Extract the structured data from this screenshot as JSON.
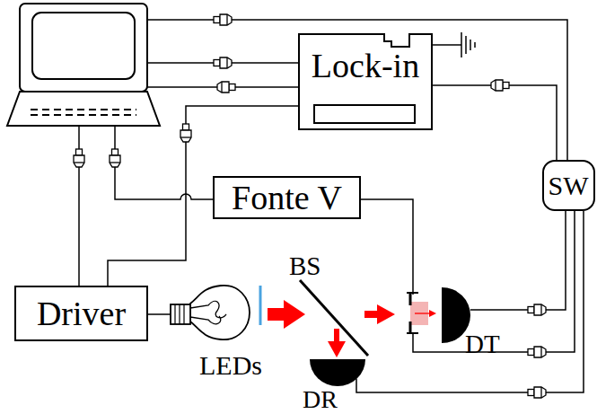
{
  "diagram": {
    "nodes": [
      {
        "text": [
          "Lock-in"
        ]
      },
      {
        "text": [
          "SW"
        ]
      },
      {
        "text": [
          "Fonte V"
        ]
      },
      {
        "text": [
          "Driver"
        ]
      },
      {
        "text": [
          "DT"
        ]
      },
      {
        "text": [
          "DR"
        ]
      }
    ],
    "edges": [
      {
        "from": 0,
        "to": 1,
        "arrow": "none"
      },
      {
        "from": 4,
        "to": 1,
        "arrow": "none"
      },
      {
        "from": 5,
        "to": 1,
        "arrow": "none"
      }
    ],
    "labels": [
      "BS",
      "LEDs"
    ]
  }
}
